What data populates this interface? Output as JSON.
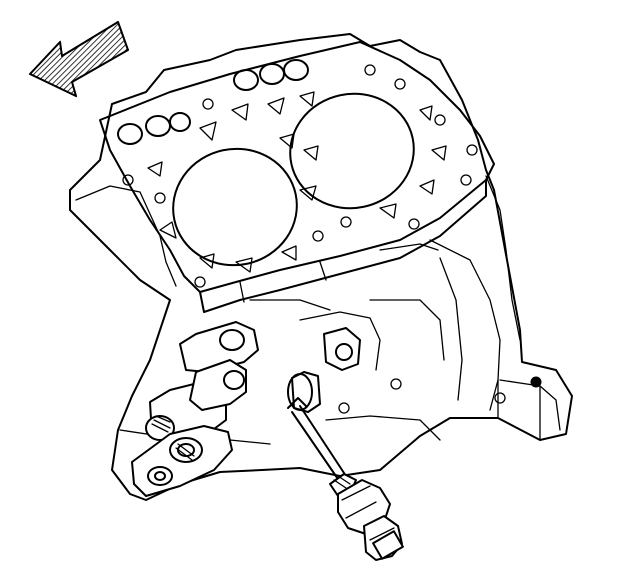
{
  "figure": {
    "arrow_direction": "left",
    "parts": [
      "cylinder-head-deck",
      "knock-sensor",
      "engine-block"
    ]
  }
}
